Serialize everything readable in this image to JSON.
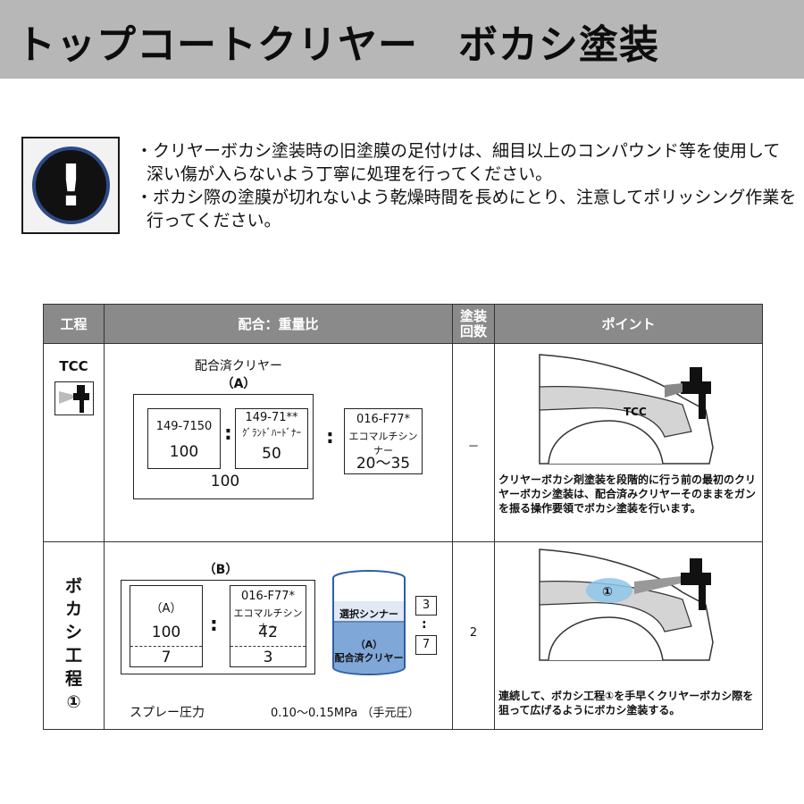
{
  "title": "トップコートクリヤー　ボカシ塗装",
  "notes": [
    "・クリヤーボカシ塗装時の旧塗膜の足付けは、細目以上のコンパウンド等を使用して深い傷が入らないよう丁寧に処理を行ってください。",
    "・ボカシ際の塗膜が切れないよう乾燥時間を長めにとり、注意してポリッシング作業を行ってください。"
  ],
  "table": {
    "headers": {
      "process": "工程",
      "mix": "配合：重量比",
      "coats_line1": "塗装",
      "coats_line2": "回数",
      "point": "ポイント"
    },
    "row1": {
      "process": "TCC",
      "mix_title": "配合済クリヤー",
      "mix_sub": "（A）",
      "item1_code": "149-7150",
      "item1_value": "100",
      "item2_code": "149-71**",
      "item2_name": "ｸﾞﾗﾝﾄﾞﾊｰﾄﾞﾅｰ",
      "item2_value": "50",
      "item3_code": "016-F77*",
      "item3_name": "エコマルチシンナー",
      "item3_value": "20～35",
      "colon": ":",
      "total": "100",
      "coats": "－",
      "car_label": "TCC",
      "caption": "クリヤーボカシ剤塗装を段階的に行う前の最初のクリヤーボカシ塗装は、配合済みクリヤーそのままをガンを振る操作要領でボカシ塗装を行います。"
    },
    "row2": {
      "process_chars": [
        "ボ",
        "カ",
        "シ",
        "工",
        "程",
        "①"
      ],
      "mix_sub": "（B）",
      "a_label": "（A）",
      "a_value1": "100",
      "a_value2": "7",
      "thinner_code": "016-F77*",
      "thinner_name": "エコマルチシンナー",
      "thinner_value1": "42",
      "thinner_value2": "3",
      "colon": ":",
      "cup_top": "選択シンナー",
      "cup_bottom_line1": "（A）",
      "cup_bottom_line2": "配合済クリヤー",
      "ratio_top": "3",
      "ratio_colon": ":",
      "ratio_bottom": "7",
      "pressure_label": "スプレー圧力",
      "pressure_value": "0.10～0.15MPa （手元圧）",
      "coats": "2",
      "car_label": "①",
      "caption": "連続して、ボカシ工程①を手早くクリヤーボカシ際を狙って広げるようにボカシ塗装する。"
    }
  },
  "colors": {
    "title_bg": "#b7b7b7",
    "header_bg": "#8a8a8a",
    "warning_ring": "#2c4a86",
    "cup_fill": "#7fa7d8"
  }
}
